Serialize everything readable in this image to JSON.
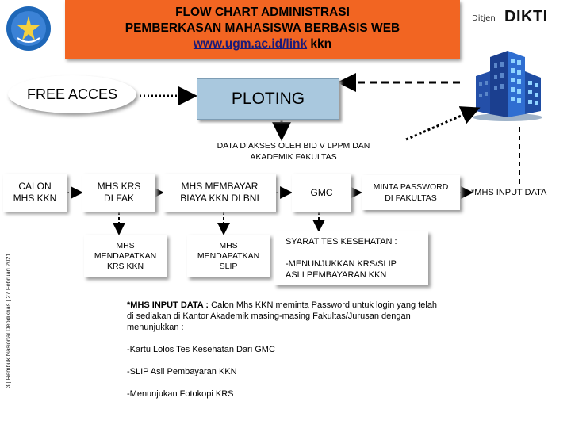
{
  "header": {
    "title_line1": "FLOW CHART ADMINISTRASI",
    "title_line2": "PEMBERKASAN MAHASISWA BERBASIS WEB",
    "link": "www.ugm.ac.id/link",
    "link_suffix": " kkn",
    "background_color": "#f26522"
  },
  "brand": {
    "ditjen": "Ditjen",
    "dikti": "DIKTI"
  },
  "nodes": {
    "free_acces": "FREE ACCES",
    "ploting": "PLOTING",
    "data_diakses_line1": "DATA DIAKSES OLEH BID V LPPM DAN",
    "data_diakses_line2": "AKADEMIK FAKULTAS",
    "calon_line1": "CALON",
    "calon_line2": "MHS KKN",
    "mhs_krs_line1": "MHS KRS",
    "mhs_krs_line2": "DI FAK",
    "mhs_bayar_line1": "MHS MEMBAYAR",
    "mhs_bayar_line2": "BIAYA KKN DI BNI",
    "gmc": "GMC",
    "minta_pw_line1": "MINTA PASSWORD",
    "minta_pw_line2": "DI FAKULTAS",
    "mhs_input_data": "*MHS INPUT DATA",
    "krs_kkn_line1": "MHS",
    "krs_kkn_line2": "MENDAPATKAN",
    "krs_kkn_line3": "KRS KKN",
    "slip_line1": "MHS",
    "slip_line2": "MENDAPATKAN",
    "slip_line3": "SLIP",
    "syarat_line1": "SYARAT TES KESEHATAN :",
    "syarat_line2": "-MENUNJUKKAN KRS/SLIP",
    "syarat_line3": "ASLI PEMBAYARAN KKN",
    "ploting_color": "#a9c8de"
  },
  "side_label": "3 | Rembuk Nasional Depdiknas | 27 Februari 2021",
  "notes": {
    "heading": "*MHS INPUT DATA :",
    "body_line1": " Calon Mhs KKN  meminta Password untuk login yang telah",
    "body_line2": "di sediakan di Kantor Akademik masing-masing Fakultas/Jurusan dengan",
    "body_line3": "menunjukkan :",
    "item1": "-Kartu Lolos Tes Kesehatan Dari GMC",
    "item2": "-SLIP Asli Pembayaran KKN",
    "item3": "-Menunjukan Fotokopi KRS"
  },
  "icons": {
    "logo": "tut-wuri-handayani-logo-icon",
    "building": "office-building-icon"
  }
}
